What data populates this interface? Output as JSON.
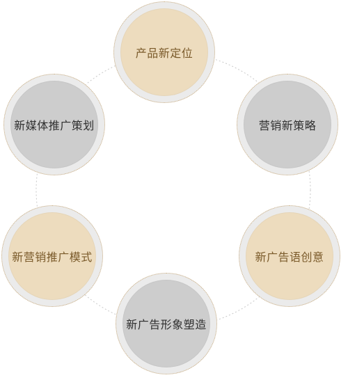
{
  "nodes": [
    {
      "label": "产品新定位",
      "fill": "#eddcbe",
      "text_color": "#7a5a2a"
    },
    {
      "label": "营销新策略",
      "fill": "#cdcdcd",
      "text_color": "#2f2f2f"
    },
    {
      "label": "新广告语创意",
      "fill": "#eddcbe",
      "text_color": "#7a5a2a"
    },
    {
      "label": "新广告形象塑造",
      "fill": "#cdcdcd",
      "text_color": "#2f2f2f"
    },
    {
      "label": "新营销推广模式",
      "fill": "#eddcbe",
      "text_color": "#7a5a2a"
    },
    {
      "label": "新媒体推广策划",
      "fill": "#cdcdcd",
      "text_color": "#2f2f2f"
    }
  ],
  "colors": {
    "ring_background": "#ebebeb",
    "ring_border": "#c8a97a",
    "connector": "#c9c9c9"
  }
}
